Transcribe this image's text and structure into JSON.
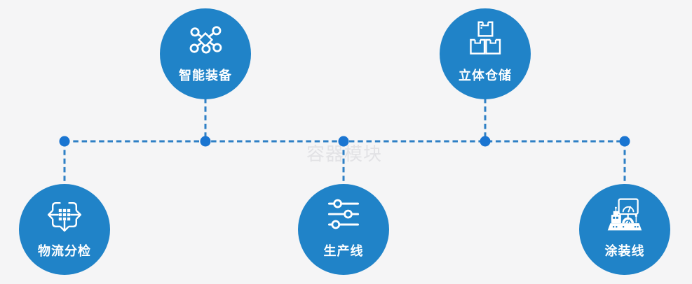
{
  "watermark": "容器模块",
  "colors": {
    "background": "#f5f5f6",
    "node_fill": "#2083c8",
    "line_color": "#2e80c5",
    "dot_color": "#1a75d1",
    "label_color": "#ffffff",
    "watermark_color": "#e2e2e5"
  },
  "nodes": [
    {
      "id": "smart-equipment",
      "label": "智能装备",
      "icon": "network-nodes-icon"
    },
    {
      "id": "warehouse",
      "label": "立体仓储",
      "icon": "stacked-boxes-icon"
    },
    {
      "id": "logistics",
      "label": "物流分检",
      "icon": "sort-distribute-icon"
    },
    {
      "id": "production",
      "label": "生产线",
      "icon": "sliders-icon"
    },
    {
      "id": "painting",
      "label": "涂装线",
      "icon": "control-console-icon"
    }
  ]
}
